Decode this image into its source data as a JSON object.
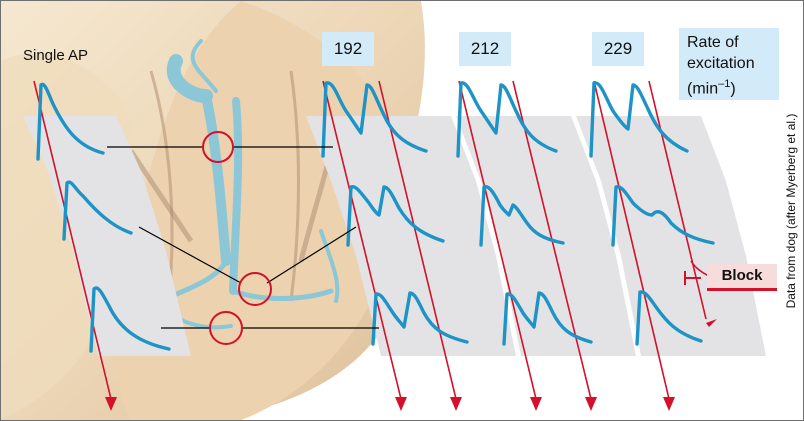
{
  "labels": {
    "single_ap": "Single AP",
    "rates": [
      "192",
      "212",
      "229"
    ],
    "rate_legend_line1": "Rate of",
    "rate_legend_line2": "excitation",
    "rate_legend_unit": "(min",
    "rate_legend_exp": "–1",
    "rate_legend_close": ")",
    "block": "Block",
    "source": "Data from dog (after Myerberg et al.)"
  },
  "colors": {
    "trace": "#1e94c6",
    "stimulus": "#d4102a",
    "panel": "#e3e3e6",
    "rate_box": "#d3ebf8",
    "block_box": "#f6dcda",
    "heart": "#f0d9b5",
    "conduction_system": "#8cc7d7"
  }
}
